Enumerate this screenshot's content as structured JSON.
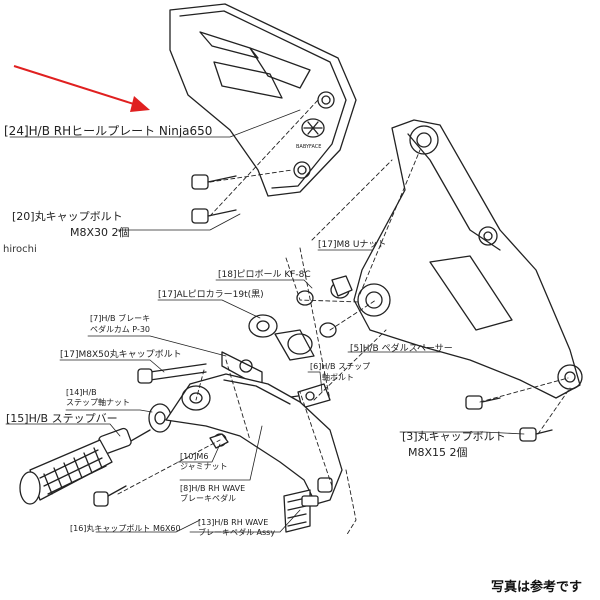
{
  "watermark": "hirochi",
  "footer_note": "写真は参考です",
  "brand_mark": "BABYFACE",
  "arrow_color": "#e02020",
  "line_color": "#222222",
  "callouts": {
    "p24": "[24]H/B RHヒールプレート Ninja650",
    "p20_name": "[20]丸キャップボルト",
    "p20_spec": "M8X30 2個",
    "p17_nut": "[17]M8 Uナット",
    "p18": "[18]ピロボール KF-8C",
    "p17_collar": "[17]ALピロカラー19t(黒)",
    "p7_a": "[7]H/B ブレーキ",
    "p7_b": "ペダルカム P-30",
    "p5": "[5]H/B ペダルスペーサー",
    "p17_bolt": "[17]M8X50丸キャップボルト",
    "p6_a": "[6]H/B ステップ",
    "p6_b": "軸ボルト",
    "p14_a": "[14]H/B",
    "p14_b": "ステップ軸ナット",
    "p15": "[15]H/B ステップバー",
    "p3_name": "[3]丸キャップボルト",
    "p3_spec": "M8X15 2個",
    "p10_a": "[10]M6",
    "p10_b": "ジャミナット",
    "p8_a": "[8]H/B RH WAVE",
    "p8_b": "ブレーキペダル",
    "p13_a": "[13]H/B RH WAVE",
    "p13_b": "ブレーキペダル Assy",
    "p16": "[16]丸キャップボルト M6X60"
  }
}
